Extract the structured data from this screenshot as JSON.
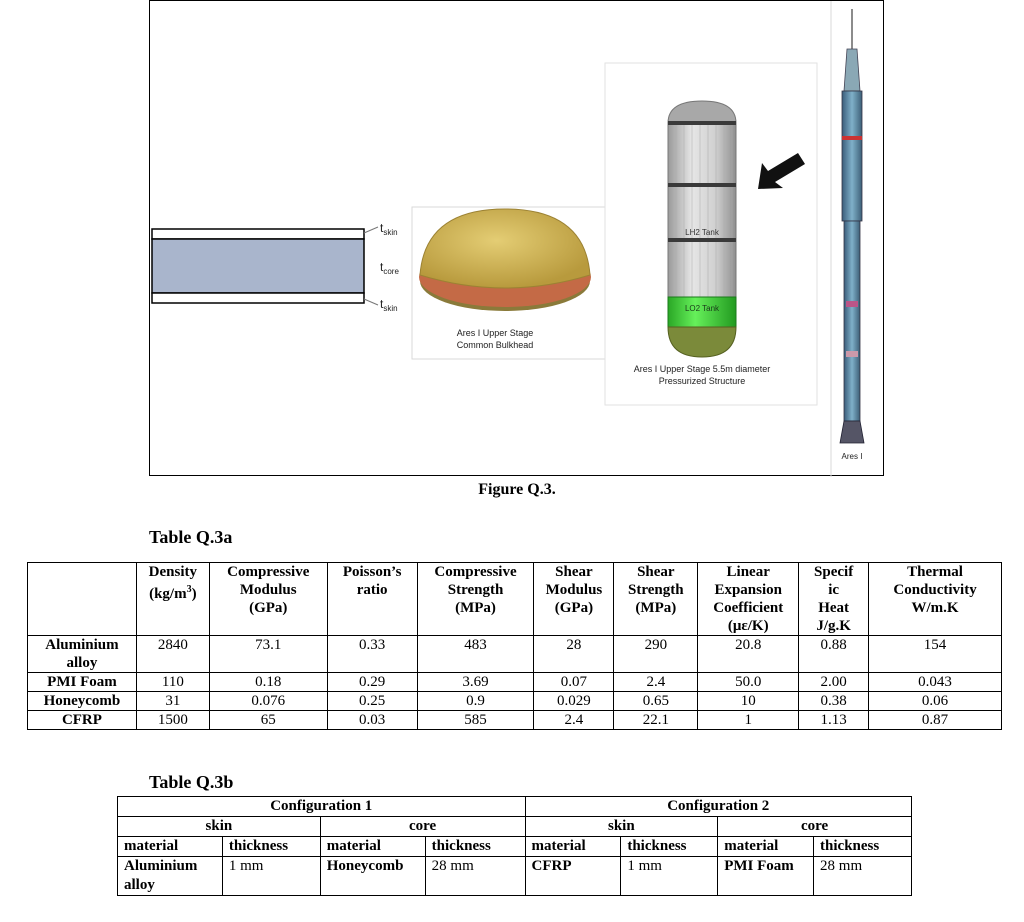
{
  "figure": {
    "labels": {
      "t_skin_top": "t",
      "t_skin_top_sub": "skin",
      "t_core": "t",
      "t_core_sub": "core",
      "t_skin_bottom": "t",
      "t_skin_bottom_sub": "skin",
      "bulkhead_line1": "Ares I Upper Stage",
      "bulkhead_line2": "Common Bulkhead",
      "lh2": "LH2 Tank",
      "lo2": "LO2 Tank",
      "structure_line1": "Ares I Upper Stage 5.5m diameter",
      "structure_line2": "Pressurized Structure",
      "rocket": "Ares I"
    },
    "caption": "Figure Q.3."
  },
  "table_a": {
    "title": "Table Q.3a",
    "headers": [
      [
        "Density",
        "(kg/m",
        "3",
        ")"
      ],
      [
        "Compressive",
        "Modulus",
        "(GPa)"
      ],
      [
        "Poisson’s",
        "ratio"
      ],
      [
        "Compressive",
        "Strength",
        "(MPa)"
      ],
      [
        "Shear",
        "Modulus",
        "(GPa)"
      ],
      [
        "Shear",
        "Strength",
        "(MPa)"
      ],
      [
        "Linear",
        "Expansion",
        "Coefficient",
        "(με/K)"
      ],
      [
        "Specif",
        "ic",
        "Heat",
        "J/g.K"
      ],
      [
        "Thermal",
        "Conductivity",
        "W/m.K"
      ]
    ],
    "rows": [
      {
        "name": "Aluminium alloy",
        "values": [
          "2840",
          "73.1",
          "0.33",
          "483",
          "28",
          "290",
          "20.8",
          "0.88",
          "154"
        ]
      },
      {
        "name": "PMI Foam",
        "values": [
          "110",
          "0.18",
          "0.29",
          "3.69",
          "0.07",
          "2.4",
          "50.0",
          "2.00",
          "0.043"
        ]
      },
      {
        "name": "Honeycomb",
        "values": [
          "31",
          "0.076",
          "0.25",
          "0.9",
          "0.029",
          "0.65",
          "10",
          "0.38",
          "0.06"
        ]
      },
      {
        "name": "CFRP",
        "values": [
          "1500",
          "65",
          "0.03",
          "585",
          "2.4",
          "22.1",
          "1",
          "1.13",
          "0.87"
        ]
      }
    ]
  },
  "table_b": {
    "title": "Table Q.3b",
    "config1": "Configuration 1",
    "config2": "Configuration 2",
    "skin": "skin",
    "core": "core",
    "material": "material",
    "thickness": "thickness",
    "c1_skin_material": "Aluminium alloy",
    "c1_skin_thickness": "1 mm",
    "c1_core_material": "Honeycomb",
    "c1_core_thickness": "28 mm",
    "c2_skin_material": "CFRP",
    "c2_skin_thickness": "1 mm",
    "c2_core_material": "PMI Foam",
    "c2_core_thickness": "28 mm"
  },
  "colors": {
    "core_fill": "#a9b5cc",
    "bulkhead_fill": "#d4b95a",
    "lo2_green": "#39d52f",
    "tank_grey": "#c9c9c9"
  }
}
